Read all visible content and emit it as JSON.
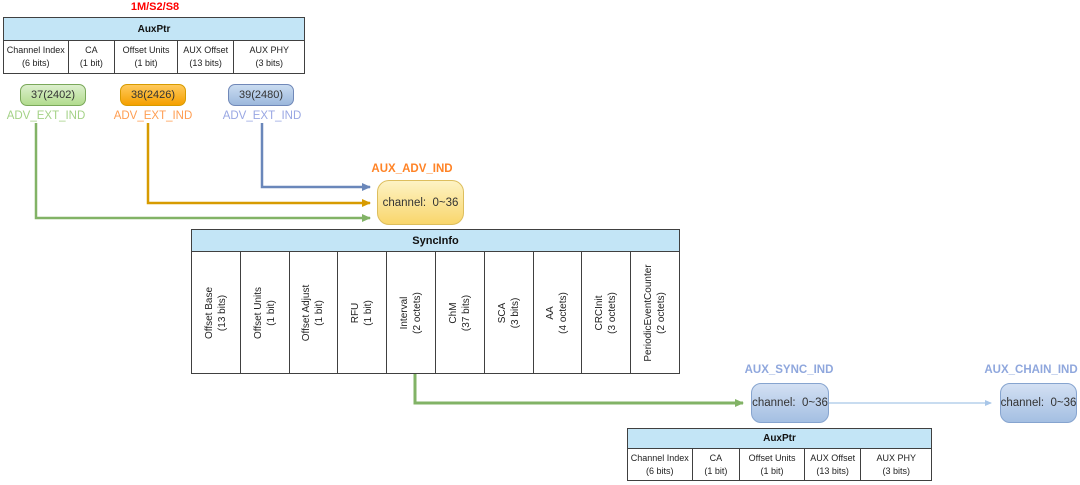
{
  "phy_label": "1M/S2/S8",
  "aux_ptr_top": {
    "title": "AuxPtr",
    "columns": [
      {
        "name": "Channel Index",
        "size": "(6 bits)"
      },
      {
        "name": "CA",
        "size": "(1 bit)"
      },
      {
        "name": "Offset Units",
        "size": "(1 bit)"
      },
      {
        "name": "AUX Offset",
        "size": "(13 bits)"
      },
      {
        "name": "AUX PHY",
        "size": "(3 bits)"
      }
    ]
  },
  "primary_channels": [
    {
      "label": "37(2402)",
      "packet": "ADV_EXT_IND",
      "accent": "#7aa85a",
      "label_color": "#a4d287"
    },
    {
      "label": "38(2426)",
      "packet": "ADV_EXT_IND",
      "accent": "#d79b00",
      "label_color": "#ff9e52"
    },
    {
      "label": "39(2480)",
      "packet": "ADV_EXT_IND",
      "accent": "#7088b8",
      "label_color": "#99a7e3"
    }
  ],
  "aux_adv_ind": {
    "label": "AUX_ADV_IND",
    "channel_text": "channel:  0~36",
    "accent": "#ff8326"
  },
  "sync_info": {
    "title": "SyncInfo",
    "columns": [
      {
        "name": "Offset Base",
        "size": "(13 bits)"
      },
      {
        "name": "Offset Units",
        "size": "(1 bit)"
      },
      {
        "name": "Offset Adjust",
        "size": "(1 bit)"
      },
      {
        "name": "RFU",
        "size": "(1 bit)"
      },
      {
        "name": "Interval",
        "size": "(2 octets)"
      },
      {
        "name": "ChM",
        "size": "(37 bits)"
      },
      {
        "name": "SCA",
        "size": "(3 bits)"
      },
      {
        "name": "AA",
        "size": "(4 octets)"
      },
      {
        "name": "CRCInit",
        "size": "(3 octets)"
      },
      {
        "name": "PeriodicEventCounter",
        "size": "(2 octets)"
      }
    ]
  },
  "aux_sync_ind": {
    "label": "AUX_SYNC_IND",
    "channel_text": "channel:  0~36",
    "accent": "#8fa7dd"
  },
  "aux_chain_ind": {
    "label": "AUX_CHAIN_IND",
    "channel_text": "channel:  0~36",
    "accent": "#8fa7dd"
  },
  "aux_ptr_bottom": {
    "title": "AuxPtr",
    "columns": [
      {
        "name": "Channel Index",
        "size": "(6 bits)"
      },
      {
        "name": "CA",
        "size": "(1 bit)"
      },
      {
        "name": "Offset Units",
        "size": "(1 bit)"
      },
      {
        "name": "AUX Offset",
        "size": "(13 bits)"
      },
      {
        "name": "AUX PHY",
        "size": "(3 bits)"
      }
    ]
  },
  "colors": {
    "table_header": "#c3e5f6",
    "arrow_green": "#82b366",
    "arrow_orange": "#d79b00",
    "arrow_blue": "#6a87ba",
    "arrow_light_blue": "#a8c6e8",
    "phy_label_red": "#ff0000"
  }
}
